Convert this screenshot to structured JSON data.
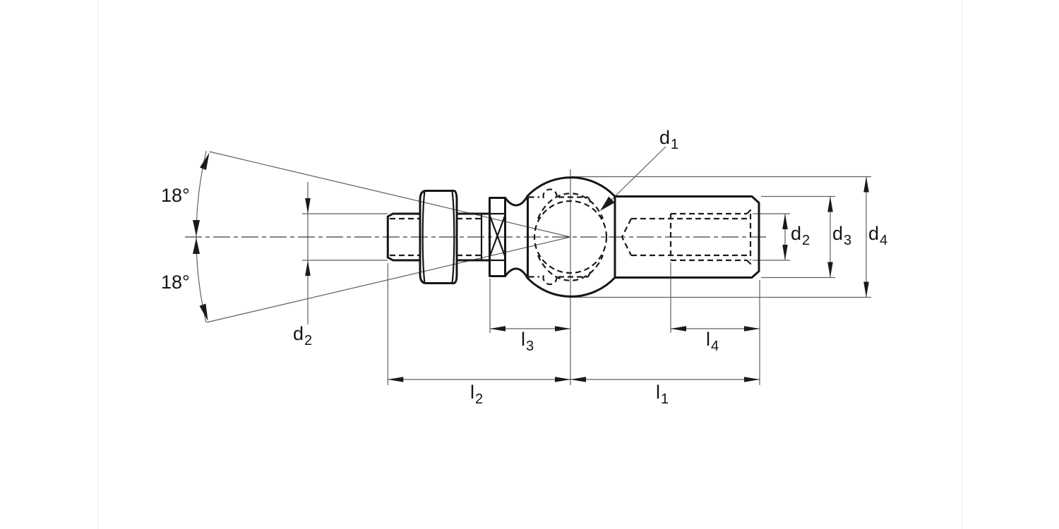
{
  "drawing": {
    "kind": "technical-drawing",
    "subject": "angle-ball-joint-side-view",
    "line_colors": {
      "outline": "#161616",
      "thin": "#5f5f5f",
      "centerline": "#3f3f3f"
    },
    "labels": {
      "angle_top": "18°",
      "angle_bottom": "18°",
      "d1": {
        "base": "d",
        "sub": "1"
      },
      "d2_left": {
        "base": "d",
        "sub": "2"
      },
      "d2_right": {
        "base": "d",
        "sub": "2"
      },
      "d3": {
        "base": "d",
        "sub": "3"
      },
      "d4": {
        "base": "d",
        "sub": "4"
      },
      "l1": {
        "base": "l",
        "sub": "1"
      },
      "l2": {
        "base": "l",
        "sub": "2"
      },
      "l3": {
        "base": "l",
        "sub": "3"
      },
      "l4": {
        "base": "l",
        "sub": "4"
      }
    }
  }
}
